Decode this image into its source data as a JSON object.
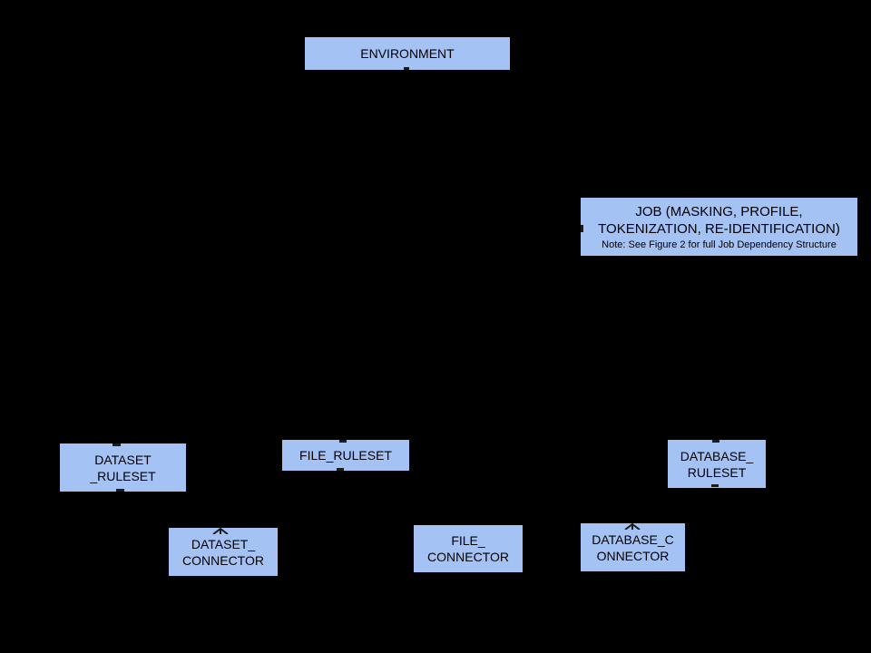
{
  "diagram": {
    "colors": {
      "canvas_background": "#000000",
      "node_fill": "#a4c2f4",
      "node_text": "#000000",
      "connector_mark": "#1c1c1c"
    },
    "nodes": {
      "environment": {
        "label": "ENVIRONMENT"
      },
      "job": {
        "label": "JOB (MASKING, PROFILE,\nTOKENIZATION, RE-IDENTIFICATION)",
        "note": "Note: See Figure 2 for full Job Dependency Structure"
      },
      "dataset_ruleset": {
        "label": "DATASET\n_RULESET"
      },
      "file_ruleset": {
        "label": "FILE_RULESET"
      },
      "database_ruleset": {
        "label": "DATABASE_\nRULESET"
      },
      "dataset_connector": {
        "label": "DATASET_\nCONNECTOR"
      },
      "file_connector": {
        "label": "FILE_\nCONNECTOR"
      },
      "database_connector": {
        "label": "DATABASE_C\nONNECTOR"
      }
    },
    "marks": [
      {
        "icon": "cardinality-tick-icon",
        "attached_to": "environment",
        "edge": "bottom"
      },
      {
        "icon": "cardinality-tick-icon",
        "attached_to": "job",
        "edge": "left"
      },
      {
        "icon": "cardinality-tick-icon",
        "attached_to": "dataset_ruleset",
        "edge": "top"
      },
      {
        "icon": "cardinality-tick-icon",
        "attached_to": "dataset_ruleset",
        "edge": "bottom"
      },
      {
        "icon": "cardinality-tick-icon",
        "attached_to": "file_ruleset",
        "edge": "top"
      },
      {
        "icon": "cardinality-tick-icon",
        "attached_to": "file_ruleset",
        "edge": "bottom"
      },
      {
        "icon": "cardinality-tick-icon",
        "attached_to": "database_ruleset",
        "edge": "top"
      },
      {
        "icon": "cardinality-tick-icon",
        "attached_to": "database_ruleset",
        "edge": "bottom"
      },
      {
        "icon": "crow-foot-icon",
        "attached_to": "dataset_connector",
        "edge": "top"
      },
      {
        "icon": "crow-foot-icon",
        "attached_to": "database_connector",
        "edge": "top"
      }
    ]
  }
}
